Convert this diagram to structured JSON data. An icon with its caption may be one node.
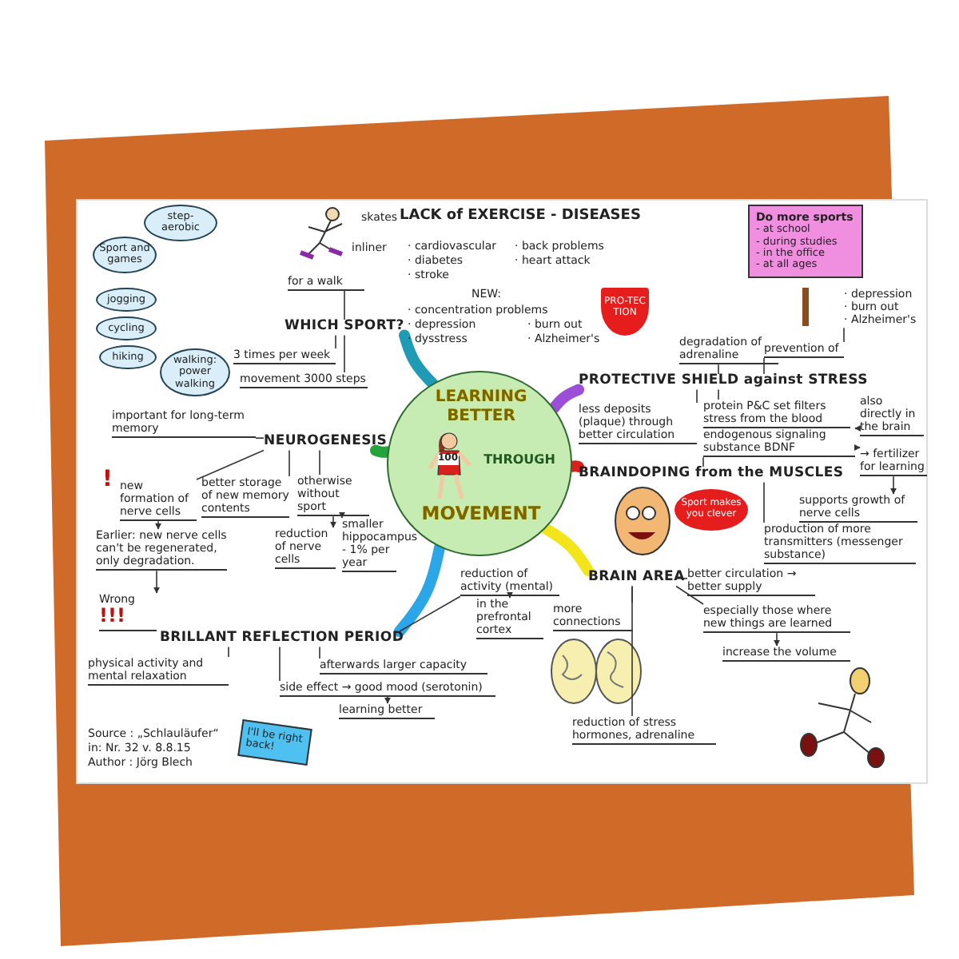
{
  "diagram": {
    "nodes": [
      {
        "text": [
          "LEARNING BETTER",
          "THROUGH",
          "MOVEMENT"
        ]
      },
      {
        "text": [
          "WHICH SPORT?"
        ]
      },
      {
        "text": [
          "NEUROGENESIS"
        ]
      },
      {
        "text": [
          "BRILLANT REFLECTION PERIOD"
        ]
      },
      {
        "text": [
          "PROTECTIVE SHIELD against STRESS"
        ]
      },
      {
        "text": [
          "BRAINDOPING from the MUSCLES"
        ]
      },
      {
        "text": [
          "BRAIN AREA"
        ]
      },
      {
        "text": [
          "for a walk"
        ]
      },
      {
        "text": [
          "3 times per week"
        ]
      },
      {
        "text": [
          "movement 3000 steps"
        ]
      },
      {
        "text": [
          "important for long-term memory"
        ]
      },
      {
        "text": [
          "step-aerobic"
        ]
      },
      {
        "text": [
          "Sport and games"
        ]
      },
      {
        "text": [
          "jogging"
        ]
      },
      {
        "text": [
          "cycling"
        ]
      },
      {
        "text": [
          "hiking"
        ]
      },
      {
        "text": [
          "walking: power walking"
        ]
      },
      {
        "text": [
          "new formation of nerve cells"
        ]
      },
      {
        "text": [
          "better storage of new memory contents"
        ]
      },
      {
        "text": [
          "otherwise without sport"
        ]
      },
      {
        "text": [
          "reduction of nerve cells"
        ]
      },
      {
        "text": [
          "smaller hippocampus - 1% per year"
        ]
      },
      {
        "text": [
          "Earlier: new nerve cells can't be regenerated, only degradation."
        ]
      },
      {
        "text": [
          "Wrong",
          "!!!"
        ]
      },
      {
        "text": [
          "physical activity and mental relaxation"
        ]
      },
      {
        "text": [
          "reduction of activity (mental)"
        ]
      },
      {
        "text": [
          "in the prefrontal cortex"
        ]
      },
      {
        "text": [
          "afterwards larger capacity"
        ]
      },
      {
        "text": [
          "side effect → good mood (serotonin)"
        ]
      },
      {
        "text": [
          "learning better"
        ]
      },
      {
        "text": [
          "prevention of"
        ]
      },
      {
        "text": [
          "· depression",
          "· burn out",
          "· Alzheimer's"
        ]
      },
      {
        "text": [
          "degradation of adrenaline"
        ]
      },
      {
        "text": [
          "protein P&C set filters stress from the blood"
        ]
      },
      {
        "text": [
          "less deposits (plaque) through better circulation"
        ]
      },
      {
        "text": [
          "endogenous signaling substance BDNF"
        ]
      },
      {
        "text": [
          "also directly in the brain"
        ]
      },
      {
        "text": [
          "→ fertilizer for learning"
        ]
      },
      {
        "text": [
          "supports growth of nerve cells"
        ]
      },
      {
        "text": [
          "production of more transmitters (messenger substance)"
        ]
      },
      {
        "text": [
          "more connections"
        ]
      },
      {
        "text": [
          "better circulation → better supply"
        ]
      },
      {
        "text": [
          "especially those where new things are learned"
        ]
      },
      {
        "text": [
          "increase the volume"
        ]
      },
      {
        "text": [
          "reduction of stress hormones, adrenaline"
        ]
      },
      {
        "text": [
          "Do more sports",
          "- at school",
          "- during studies",
          "- in the office",
          "- at all ages"
        ]
      },
      {
        "text": [
          "PRO-TECTION"
        ]
      },
      {
        "text": [
          "Sport makes you clever"
        ]
      },
      {
        "text": [
          "I'll be right back!"
        ]
      }
    ],
    "edges": [
      {
        "from": 0,
        "to": 1,
        "arrow": "none",
        "style": "thick",
        "color": "#1f9bb5"
      },
      {
        "from": 0,
        "to": 2,
        "arrow": "none",
        "style": "thick",
        "color": "#23a43a"
      },
      {
        "from": 0,
        "to": 3,
        "arrow": "none",
        "style": "thick",
        "color": "#2ba6e8"
      },
      {
        "from": 0,
        "to": 4,
        "arrow": "none",
        "style": "thick",
        "color": "#9b4fd8"
      },
      {
        "from": 0,
        "to": 5,
        "arrow": "none",
        "style": "thick",
        "color": "#d9201c"
      },
      {
        "from": 0,
        "to": 6,
        "arrow": "none",
        "style": "thick",
        "color": "#f2e51a"
      },
      {
        "from": 1,
        "to": 7,
        "arrow": "none"
      },
      {
        "from": 1,
        "to": 8,
        "arrow": "none"
      },
      {
        "from": 1,
        "to": 9,
        "arrow": "none"
      },
      {
        "from": 2,
        "to": 10,
        "arrow": "none"
      },
      {
        "from": 2,
        "to": 17,
        "arrow": "none"
      },
      {
        "from": 2,
        "to": 18,
        "arrow": "none"
      },
      {
        "from": 2,
        "to": 19,
        "arrow": "none"
      },
      {
        "from": 19,
        "to": 20,
        "arrow": "to"
      },
      {
        "from": 19,
        "to": 21,
        "arrow": "to"
      },
      {
        "from": 17,
        "to": 22,
        "arrow": "to"
      },
      {
        "from": 22,
        "to": 23,
        "arrow": "to"
      },
      {
        "from": 3,
        "to": 24,
        "arrow": "none"
      },
      {
        "from": 3,
        "to": 25,
        "arrow": "none"
      },
      {
        "from": 25,
        "to": 26,
        "arrow": "to"
      },
      {
        "from": 3,
        "to": 27,
        "arrow": "none"
      },
      {
        "from": 3,
        "to": 28,
        "arrow": "none"
      },
      {
        "from": 28,
        "to": 29,
        "arrow": "to"
      },
      {
        "from": 4,
        "to": 30,
        "arrow": "none"
      },
      {
        "from": 30,
        "to": 31,
        "arrow": "none"
      },
      {
        "from": 4,
        "to": 32,
        "arrow": "none"
      },
      {
        "from": 4,
        "to": 33,
        "arrow": "none"
      },
      {
        "from": 4,
        "to": 34,
        "arrow": "none"
      },
      {
        "from": 5,
        "to": 35,
        "arrow": "none"
      },
      {
        "from": 36,
        "to": 35,
        "arrow": "to"
      },
      {
        "from": 35,
        "to": 37,
        "arrow": "to"
      },
      {
        "from": 37,
        "to": 38,
        "arrow": "to"
      },
      {
        "from": 5,
        "to": 39,
        "arrow": "none"
      },
      {
        "from": 6,
        "to": 40,
        "arrow": "none"
      },
      {
        "from": 6,
        "to": 41,
        "arrow": "none"
      },
      {
        "from": 6,
        "to": 42,
        "arrow": "none"
      },
      {
        "from": 42,
        "to": 43,
        "arrow": "to"
      },
      {
        "from": 6,
        "to": 44,
        "arrow": "none"
      }
    ],
    "labels": [
      "skates",
      "inliner",
      "LACK of EXERCISE - DISEASES",
      "· cardiovascular",
      "· diabetes",
      "· stroke",
      "· back problems",
      "· heart attack",
      "NEW:",
      "· concentration problems",
      "· depression",
      "· dysstress",
      "· burn out",
      "· Alzheimer's",
      "!",
      "100",
      "Source : „Schlauläufer“",
      "in: Nr. 32 v. 8.8.15",
      "Author : Jörg Blech"
    ]
  }
}
